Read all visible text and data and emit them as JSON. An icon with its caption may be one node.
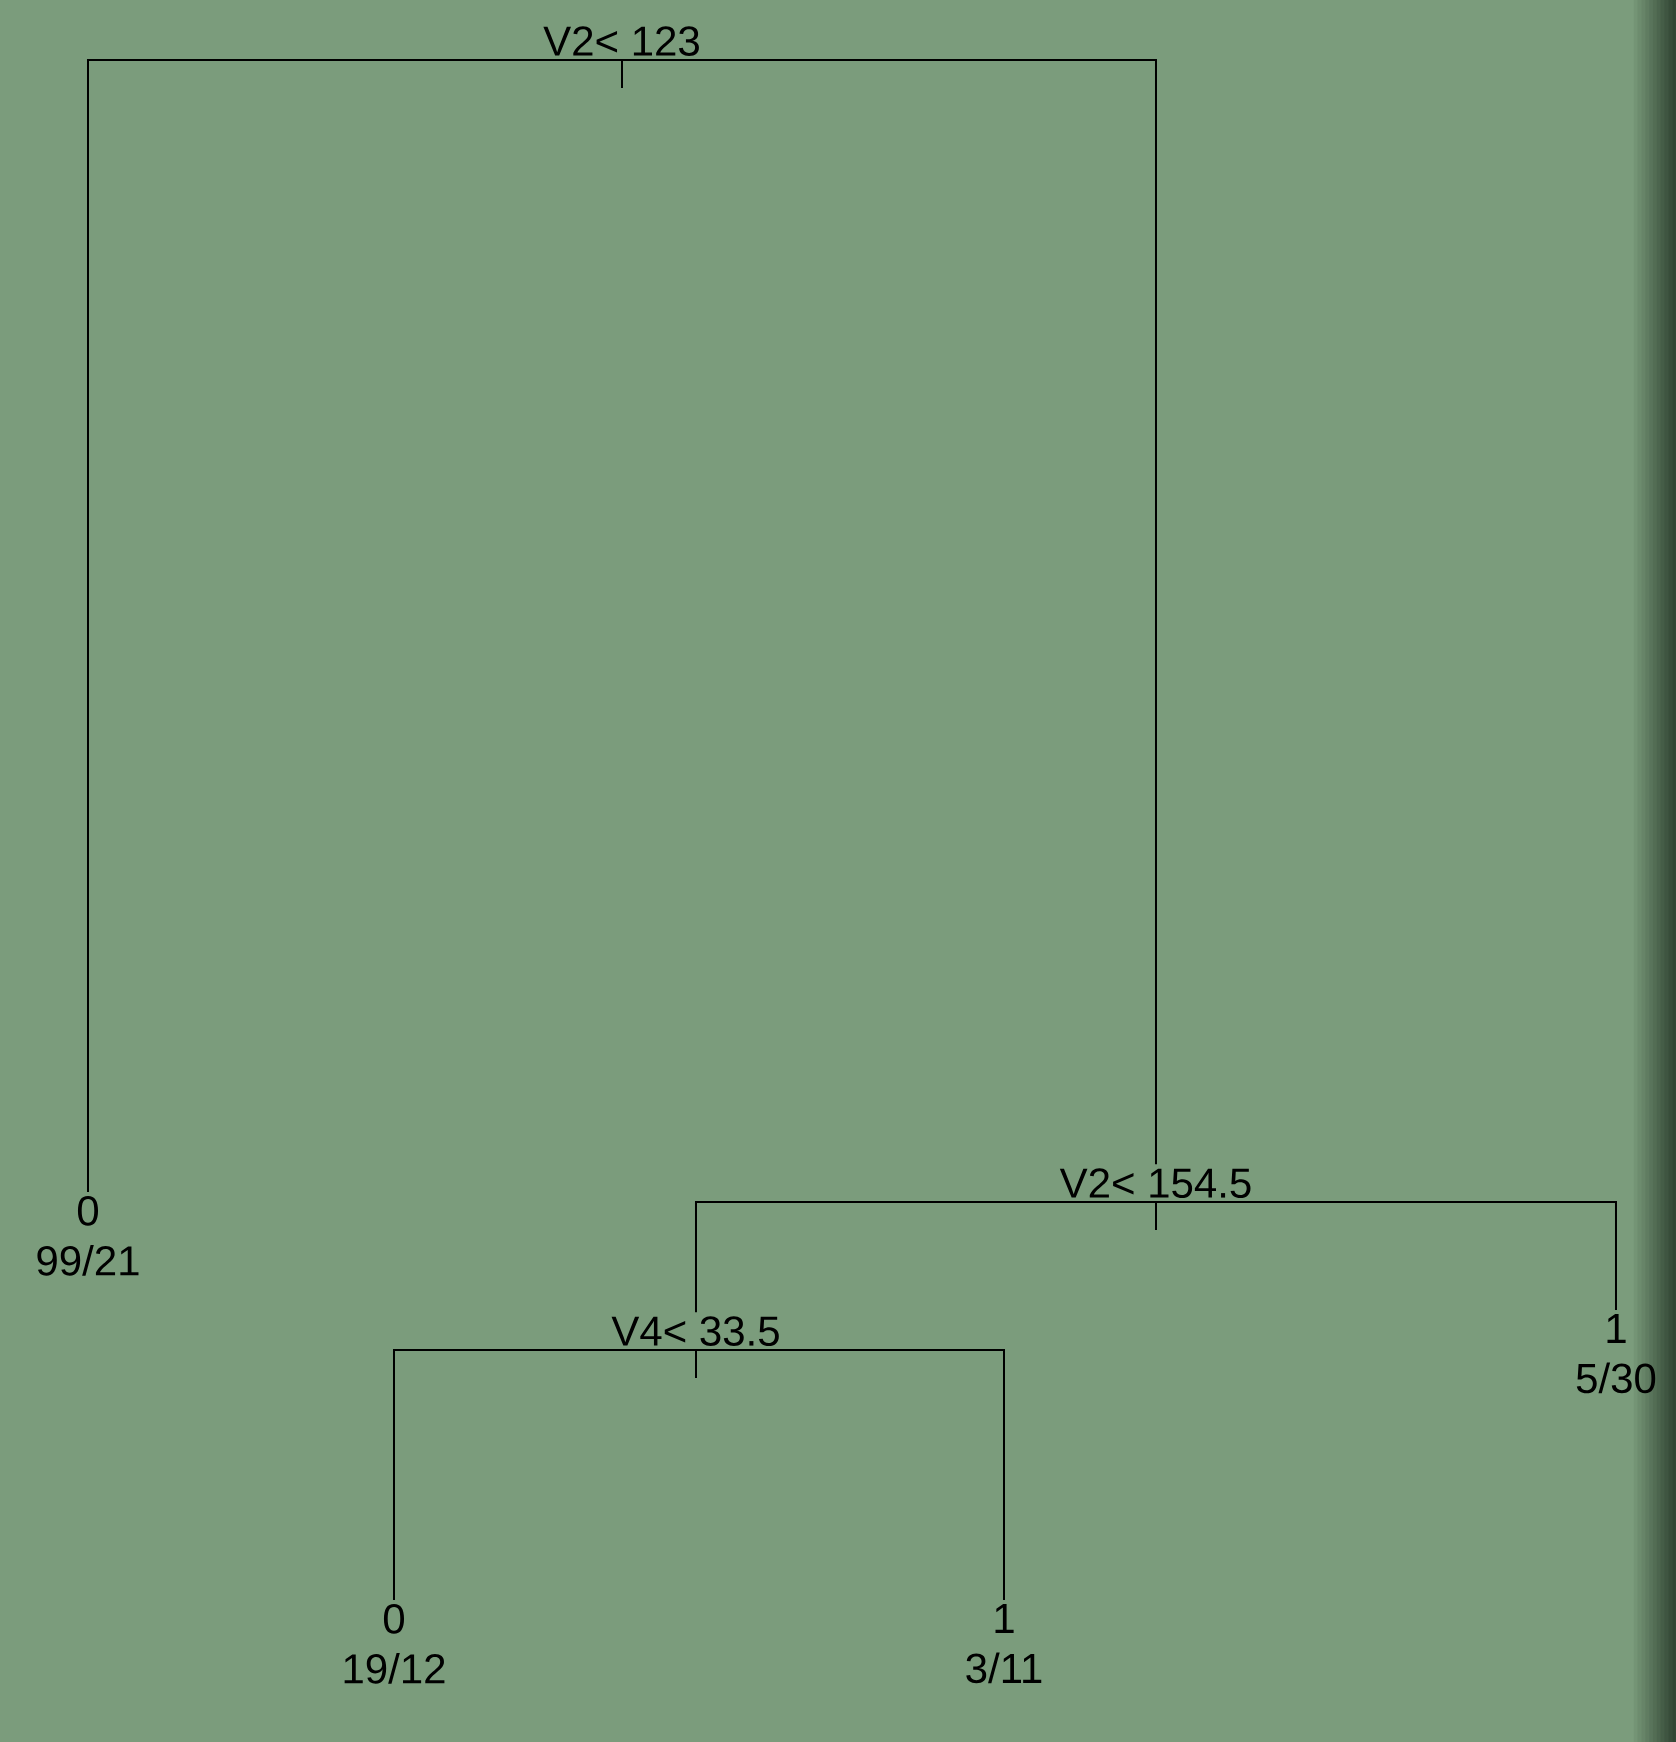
{
  "diagram": {
    "nodes": [
      {
        "text": [
          "V2< 123"
        ]
      },
      {
        "text": [
          "0",
          "99/21"
        ]
      },
      {
        "text": [
          "V2< 154.5"
        ]
      },
      {
        "text": [
          "V4< 33.5"
        ]
      },
      {
        "text": [
          "1",
          "5/30"
        ]
      },
      {
        "text": [
          "0",
          "19/12"
        ]
      },
      {
        "text": [
          "1",
          "3/11"
        ]
      }
    ],
    "edges": [
      {
        "from": 0,
        "to": 1,
        "arrow": "none"
      },
      {
        "from": 0,
        "to": 2,
        "arrow": "none"
      },
      {
        "from": 2,
        "to": 3,
        "arrow": "none"
      },
      {
        "from": 2,
        "to": 4,
        "arrow": "none"
      },
      {
        "from": 3,
        "to": 5,
        "arrow": "none"
      },
      {
        "from": 3,
        "to": 6,
        "arrow": "none"
      }
    ]
  }
}
